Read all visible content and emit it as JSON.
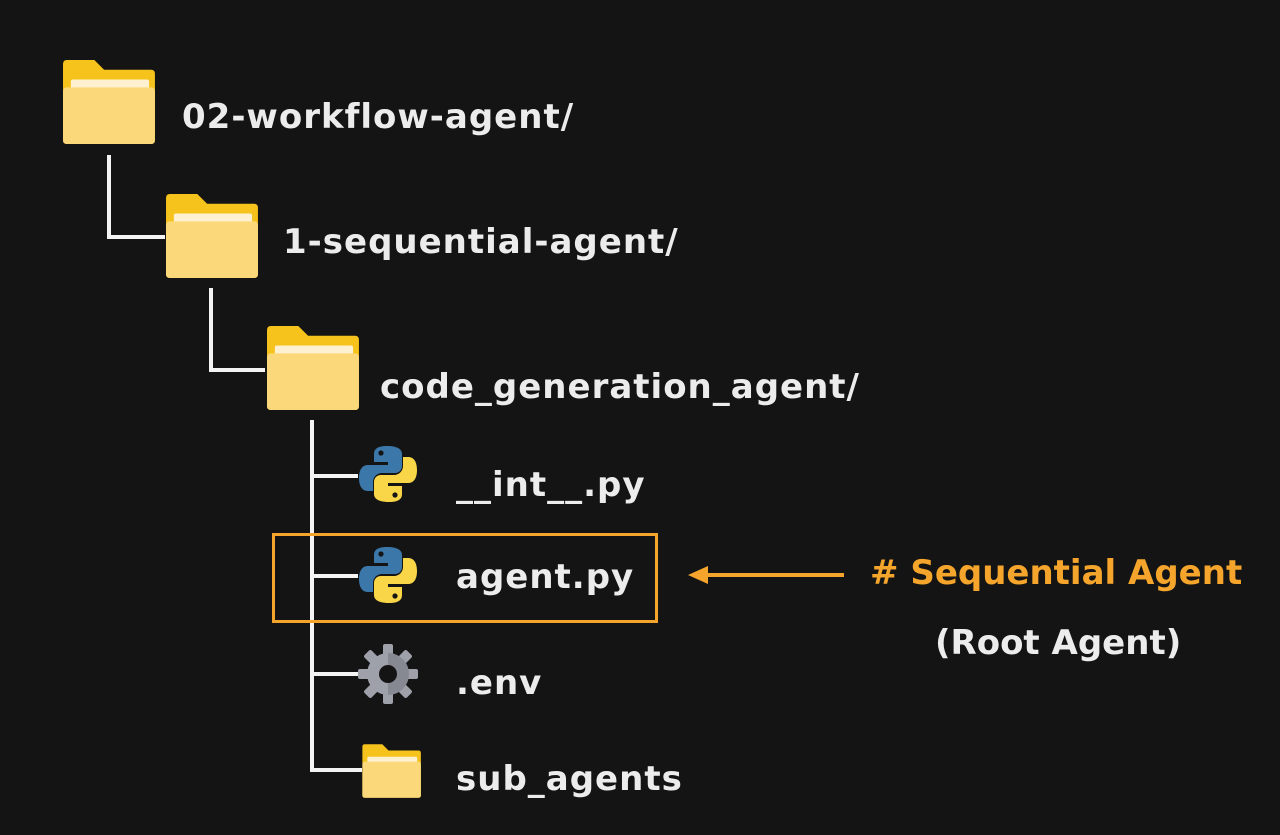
{
  "tree": {
    "root": {
      "name": "02-workflow-agent/",
      "icon": "folder-icon"
    },
    "level1": {
      "name": "1-sequential-agent/",
      "icon": "folder-icon"
    },
    "level2": {
      "name": "code_generation_agent/",
      "icon": "folder-icon"
    },
    "children": [
      {
        "name": "__int__.py",
        "icon": "python-icon"
      },
      {
        "name": "agent.py",
        "icon": "python-icon",
        "highlighted": true
      },
      {
        "name": ".env",
        "icon": "gear-icon"
      },
      {
        "name": "sub_agents",
        "icon": "folder-icon"
      }
    ]
  },
  "annotation": {
    "title": "# Sequential Agent",
    "subtitle": "(Root Agent)",
    "accent_color": "#f5a52b"
  }
}
